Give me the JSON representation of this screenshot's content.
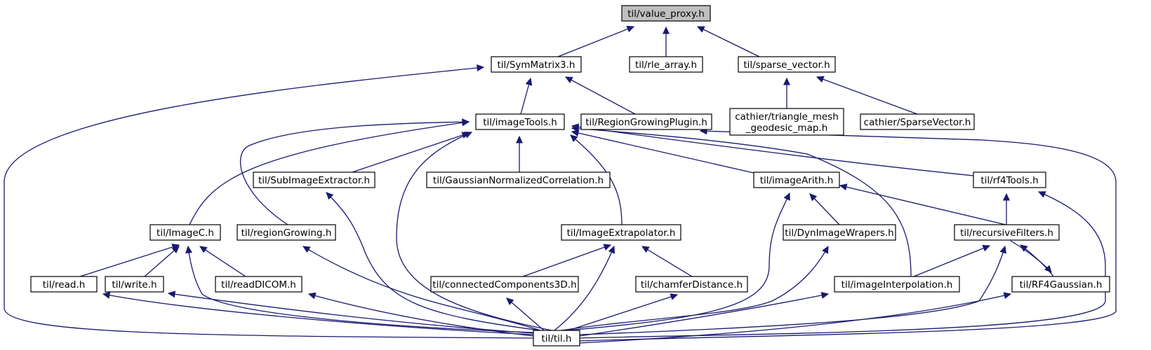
{
  "diagram": {
    "type": "include-dependency-graph",
    "colors": {
      "edge": "#191970",
      "root_fill": "#bfbfbf",
      "node_fill": "#ffffff",
      "node_border": "#000000"
    },
    "nodes": {
      "value_proxy": [
        "til/value_proxy.h"
      ],
      "symmatrix3": [
        "til/SymMatrix3.h"
      ],
      "rle_array": [
        "til/rle_array.h"
      ],
      "sparse_vector": [
        "til/sparse_vector.h"
      ],
      "imagetools": [
        "til/imageTools.h"
      ],
      "regiongrowingplugin": [
        "til/RegionGrowingPlugin.h"
      ],
      "triangle_mesh": [
        "cathier/triangle_mesh",
        "_geodesic_map.h"
      ],
      "sparsevector_cathier": [
        "cathier/SparseVector.h"
      ],
      "subimageextractor": [
        "til/SubImageExtractor.h"
      ],
      "gaussiannormcorr": [
        "til/GaussianNormalizedCorrelation.h"
      ],
      "imagearith": [
        "til/imageArith.h"
      ],
      "rf4tools": [
        "til/rf4Tools.h"
      ],
      "imagec": [
        "til/ImageC.h"
      ],
      "regiongrowing": [
        "til/regionGrowing.h"
      ],
      "imageextrapolator": [
        "til/ImageExtrapolator.h"
      ],
      "dynimagewrapers": [
        "til/DynImageWrapers.h"
      ],
      "recursivefilters": [
        "til/recursiveFilters.h"
      ],
      "read": [
        "til/read.h"
      ],
      "write": [
        "til/write.h"
      ],
      "readdicom": [
        "til/readDICOM.h"
      ],
      "connectedcomponents3d": [
        "til/connectedComponents3D.h"
      ],
      "chamferdistance": [
        "til/chamferDistance.h"
      ],
      "imageinterpolation": [
        "til/imageInterpolation.h"
      ],
      "rf4gaussian": [
        "til/RF4Gaussian.h"
      ],
      "til": [
        "til/til.h"
      ]
    },
    "edges": [
      [
        "symmatrix3",
        "value_proxy"
      ],
      [
        "rle_array",
        "value_proxy"
      ],
      [
        "sparse_vector",
        "value_proxy"
      ],
      [
        "imagetools",
        "symmatrix3"
      ],
      [
        "regiongrowingplugin",
        "symmatrix3"
      ],
      [
        "til",
        "symmatrix3"
      ],
      [
        "triangle_mesh",
        "sparse_vector"
      ],
      [
        "sparsevector_cathier",
        "sparse_vector"
      ],
      [
        "imagec",
        "imagetools"
      ],
      [
        "regiongrowing",
        "imagetools"
      ],
      [
        "subimageextractor",
        "imagetools"
      ],
      [
        "til",
        "imagetools"
      ],
      [
        "gaussiannormcorr",
        "imagetools"
      ],
      [
        "imageextrapolator",
        "imagetools"
      ],
      [
        "imagearith",
        "imagetools"
      ],
      [
        "imageinterpolation",
        "imagetools"
      ],
      [
        "rf4tools",
        "imagetools"
      ],
      [
        "til",
        "regiongrowingplugin"
      ],
      [
        "til",
        "subimageextractor"
      ],
      [
        "til",
        "imagearith"
      ],
      [
        "dynimagewrapers",
        "imagearith"
      ],
      [
        "recursivefilters",
        "imagearith"
      ],
      [
        "recursivefilters",
        "rf4tools"
      ],
      [
        "til",
        "rf4tools"
      ],
      [
        "read",
        "imagec"
      ],
      [
        "write",
        "imagec"
      ],
      [
        "readdicom",
        "imagec"
      ],
      [
        "til",
        "imagec"
      ],
      [
        "til",
        "regiongrowing"
      ],
      [
        "connectedcomponents3d",
        "imageextrapolator"
      ],
      [
        "til",
        "imageextrapolator"
      ],
      [
        "chamferdistance",
        "imageextrapolator"
      ],
      [
        "til",
        "dynimagewrapers"
      ],
      [
        "imageinterpolation",
        "recursivefilters"
      ],
      [
        "til",
        "recursivefilters"
      ],
      [
        "rf4gaussian",
        "recursivefilters"
      ],
      [
        "recursivefilters",
        "rf4gaussian"
      ],
      [
        "til",
        "read"
      ],
      [
        "til",
        "write"
      ],
      [
        "til",
        "readdicom"
      ],
      [
        "til",
        "connectedcomponents3d"
      ],
      [
        "til",
        "chamferdistance"
      ],
      [
        "til",
        "imageinterpolation"
      ],
      [
        "til",
        "rf4gaussian"
      ]
    ]
  }
}
